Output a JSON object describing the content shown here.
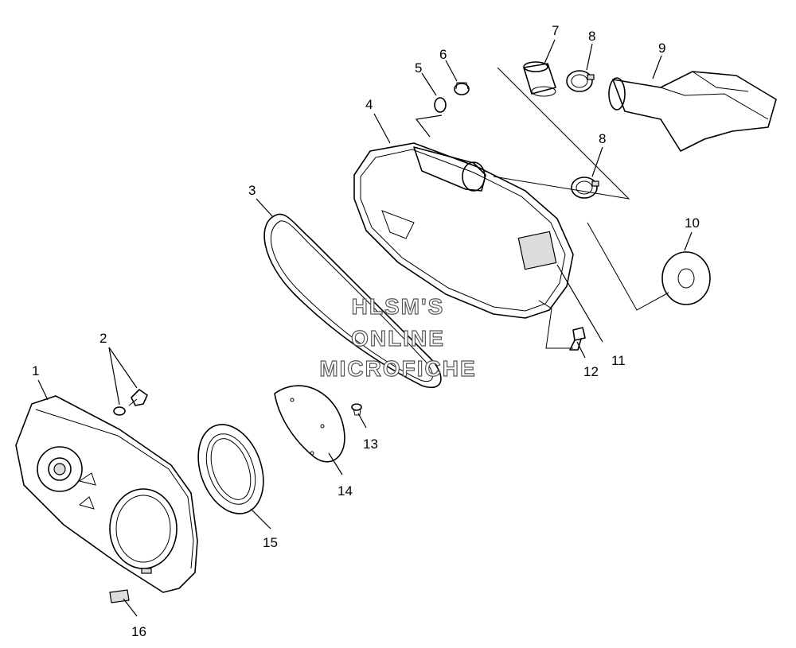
{
  "watermark": {
    "line1": "HLSM'S",
    "line2": "ONLINE",
    "line3": "MICROFICHE"
  },
  "callouts": [
    "1",
    "2",
    "3",
    "4",
    "5",
    "6",
    "7",
    "8",
    "8",
    "9",
    "10",
    "11",
    "12",
    "13",
    "14",
    "15",
    "16"
  ]
}
